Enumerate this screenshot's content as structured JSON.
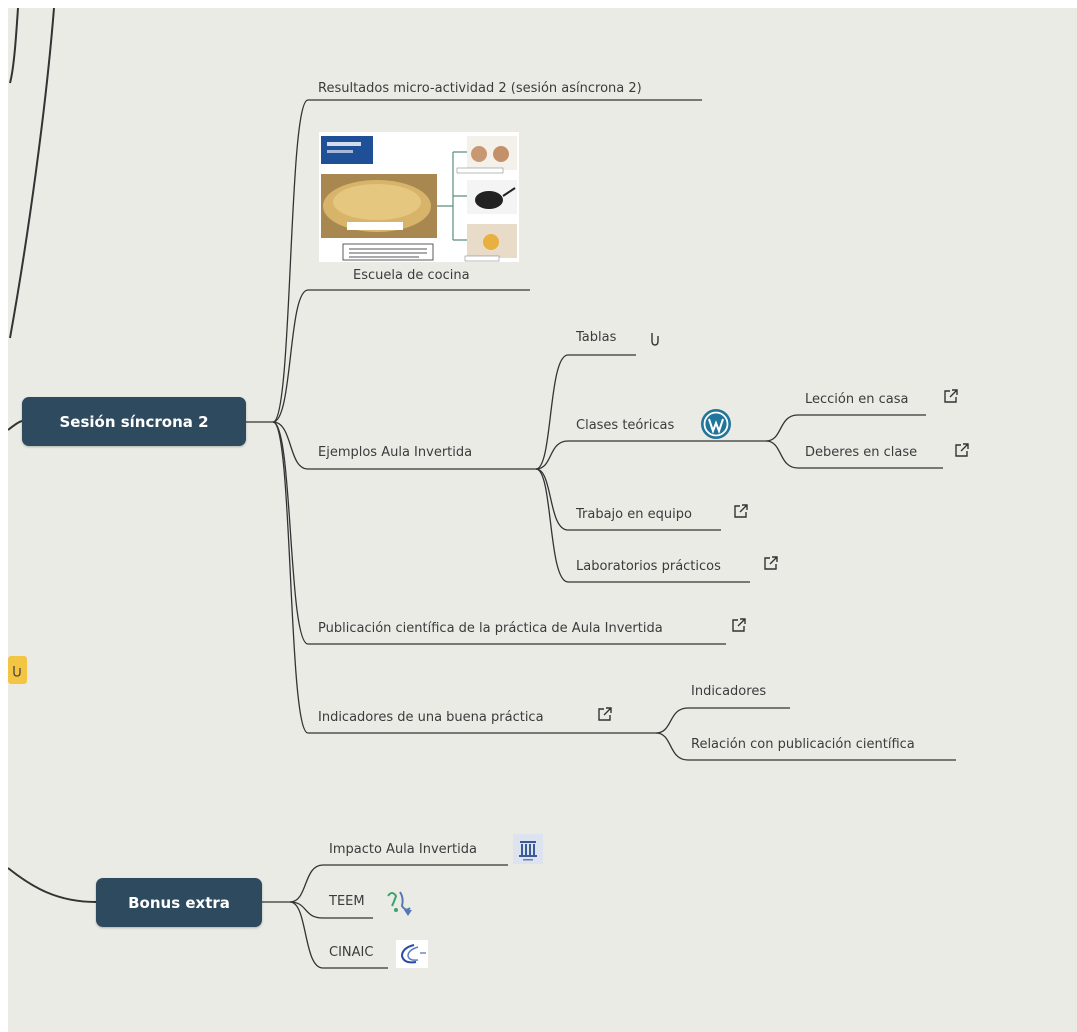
{
  "main_nodes": {
    "sesion": "Sesión síncrona 2",
    "bonus": "Bonus extra"
  },
  "topics": {
    "resultados": "Resultados micro-actividad 2 (sesión asíncrona 2)",
    "escuela": "Escuela de cocina",
    "ejemplos": "Ejemplos Aula Invertida",
    "tablas": "Tablas",
    "clases": "Clases teóricas",
    "leccion": "Lección en casa",
    "deberes": "Deberes en clase",
    "trabajo": "Trabajo en equipo",
    "laboratorios": "Laboratorios prácticos",
    "publicacion": "Publicación científica de la práctica de Aula Invertida",
    "indicadores_buena": "Indicadores de una buena práctica",
    "indicadores": "Indicadores",
    "relacion": "Relación con publicación científica",
    "impacto": "Impacto Aula Invertida",
    "teem": "TEEM",
    "cinaic": "CINAIC"
  },
  "icons": {
    "link": "external-link-icon",
    "attachment": "attachment-icon",
    "wordpress": "wordpress-logo",
    "impacto": "impact-logo",
    "teem": "teem-logo",
    "cinaic": "cinaic-logo"
  },
  "colors": {
    "background": "#ebebe6",
    "main_node": "#2e4a5f",
    "line": "#333333",
    "badge": "#f4c542",
    "wordpress": "#21759b"
  }
}
